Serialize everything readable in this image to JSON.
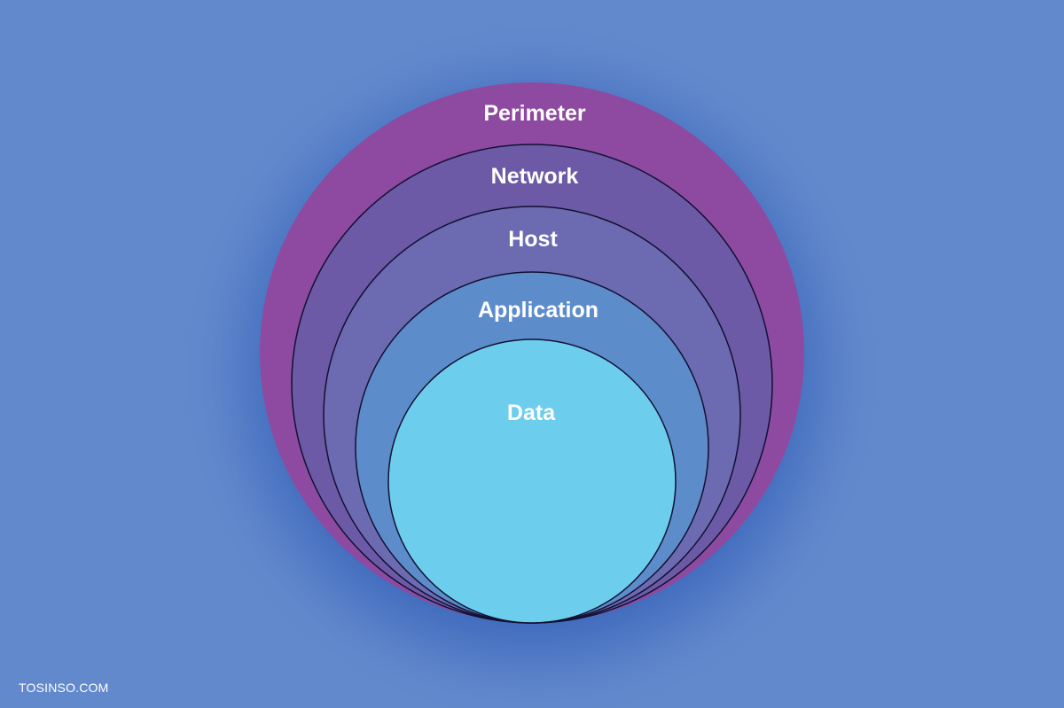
{
  "diagram": {
    "colors": {
      "background": "#6289cc",
      "perimeter": "#8e4aa0",
      "network": "#6c5aa6",
      "host": "#6c6ab1",
      "application": "#5d8ccb",
      "data": "#6dcdec",
      "outline": "#111133"
    },
    "layers": [
      {
        "name": "Perimeter"
      },
      {
        "name": "Network"
      },
      {
        "name": "Host"
      },
      {
        "name": "Application"
      },
      {
        "name": "Data"
      }
    ]
  },
  "watermark": "TOSINSO.COM"
}
